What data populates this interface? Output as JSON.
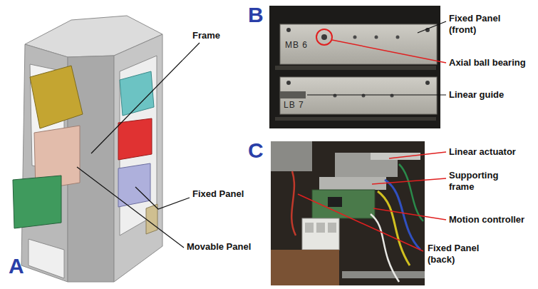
{
  "diagram": {
    "labels": [
      "A",
      "B",
      "C",
      "Frame",
      "Fixed Panel",
      "Movable Panel",
      "Fixed Panel (front)",
      "Axial ball bearing",
      "Linear guide",
      "Linear actuator",
      "Supporting frame",
      "Motion controller",
      "Fixed Panel (back)",
      "MB 6",
      "LB 7"
    ]
  }
}
